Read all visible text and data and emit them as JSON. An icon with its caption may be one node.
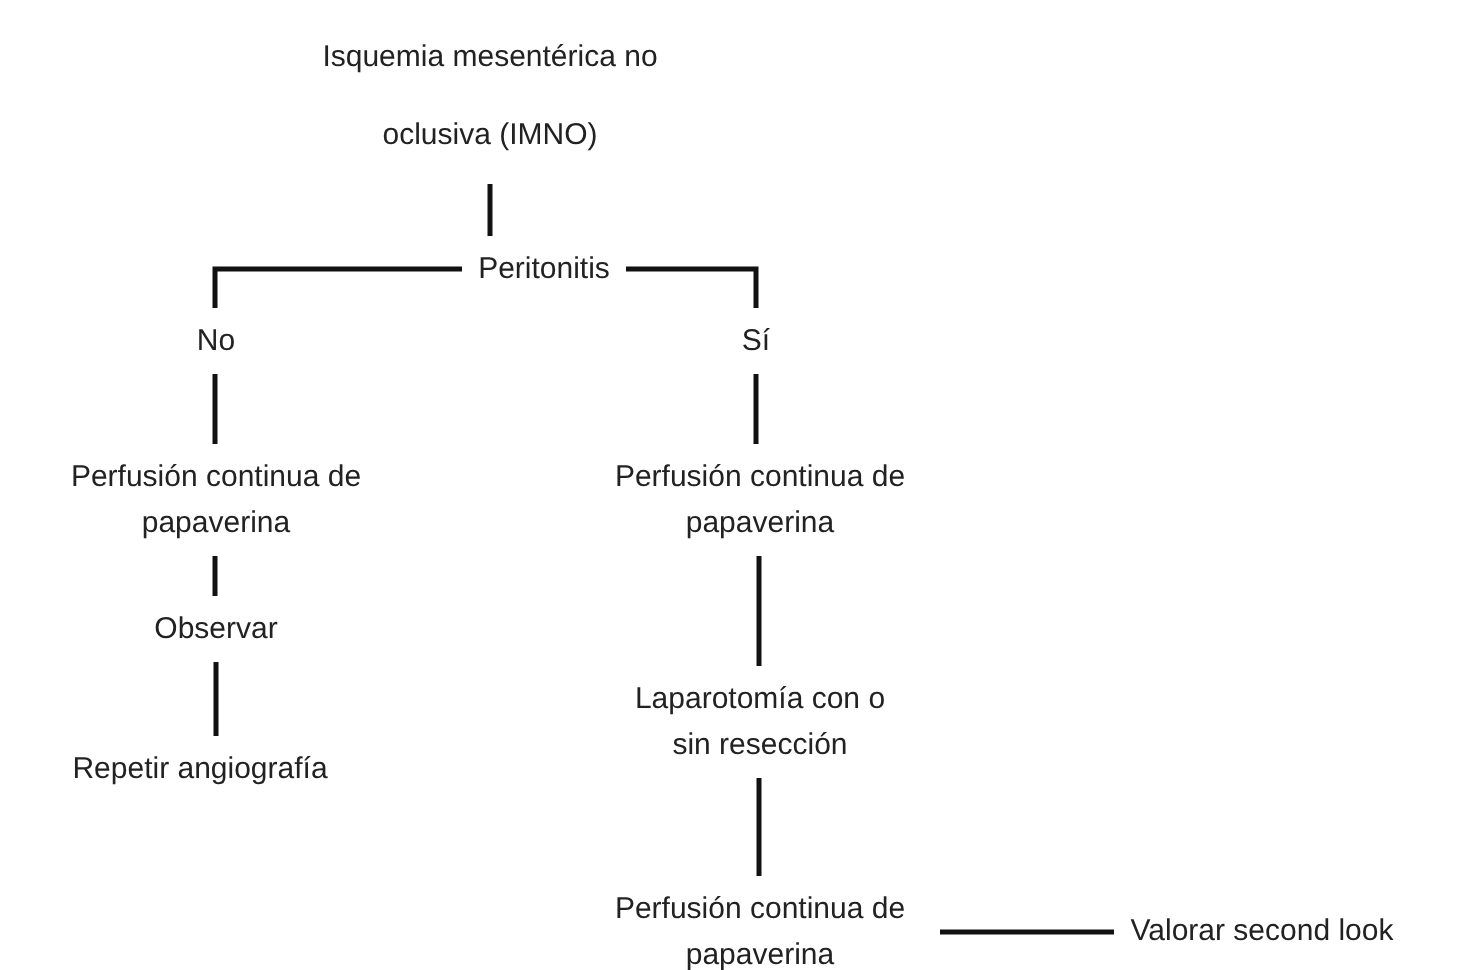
{
  "diagram": {
    "nodes": [
      {
        "text": [
          "Isquemia mesentérica no oclusiva (IMNO)"
        ]
      },
      {
        "text": [
          "Peritonitis"
        ]
      },
      {
        "text": [
          "No"
        ]
      },
      {
        "text": [
          "Sí"
        ]
      },
      {
        "text": [
          "Perfusión continua de papaverina"
        ]
      },
      {
        "text": [
          "Observar"
        ]
      },
      {
        "text": [
          "Repetir angiografía"
        ]
      },
      {
        "text": [
          "Perfusión continua de papaverina"
        ]
      },
      {
        "text": [
          "Laparotomía con o sin resección"
        ]
      },
      {
        "text": [
          "Perfusión continua de papaverina"
        ]
      },
      {
        "text": [
          "Valorar second look"
        ]
      }
    ],
    "edges": [
      {
        "from": 0,
        "to": 1,
        "arrow": "none"
      },
      {
        "from": 1,
        "to": 2,
        "arrow": "none"
      },
      {
        "from": 1,
        "to": 3,
        "arrow": "none"
      },
      {
        "from": 2,
        "to": 4,
        "arrow": "none"
      },
      {
        "from": 4,
        "to": 5,
        "arrow": "none"
      },
      {
        "from": 5,
        "to": 6,
        "arrow": "none"
      },
      {
        "from": 3,
        "to": 7,
        "arrow": "none"
      },
      {
        "from": 7,
        "to": 8,
        "arrow": "none"
      },
      {
        "from": 8,
        "to": 9,
        "arrow": "none"
      },
      {
        "from": 9,
        "to": 10,
        "arrow": "none"
      }
    ]
  }
}
